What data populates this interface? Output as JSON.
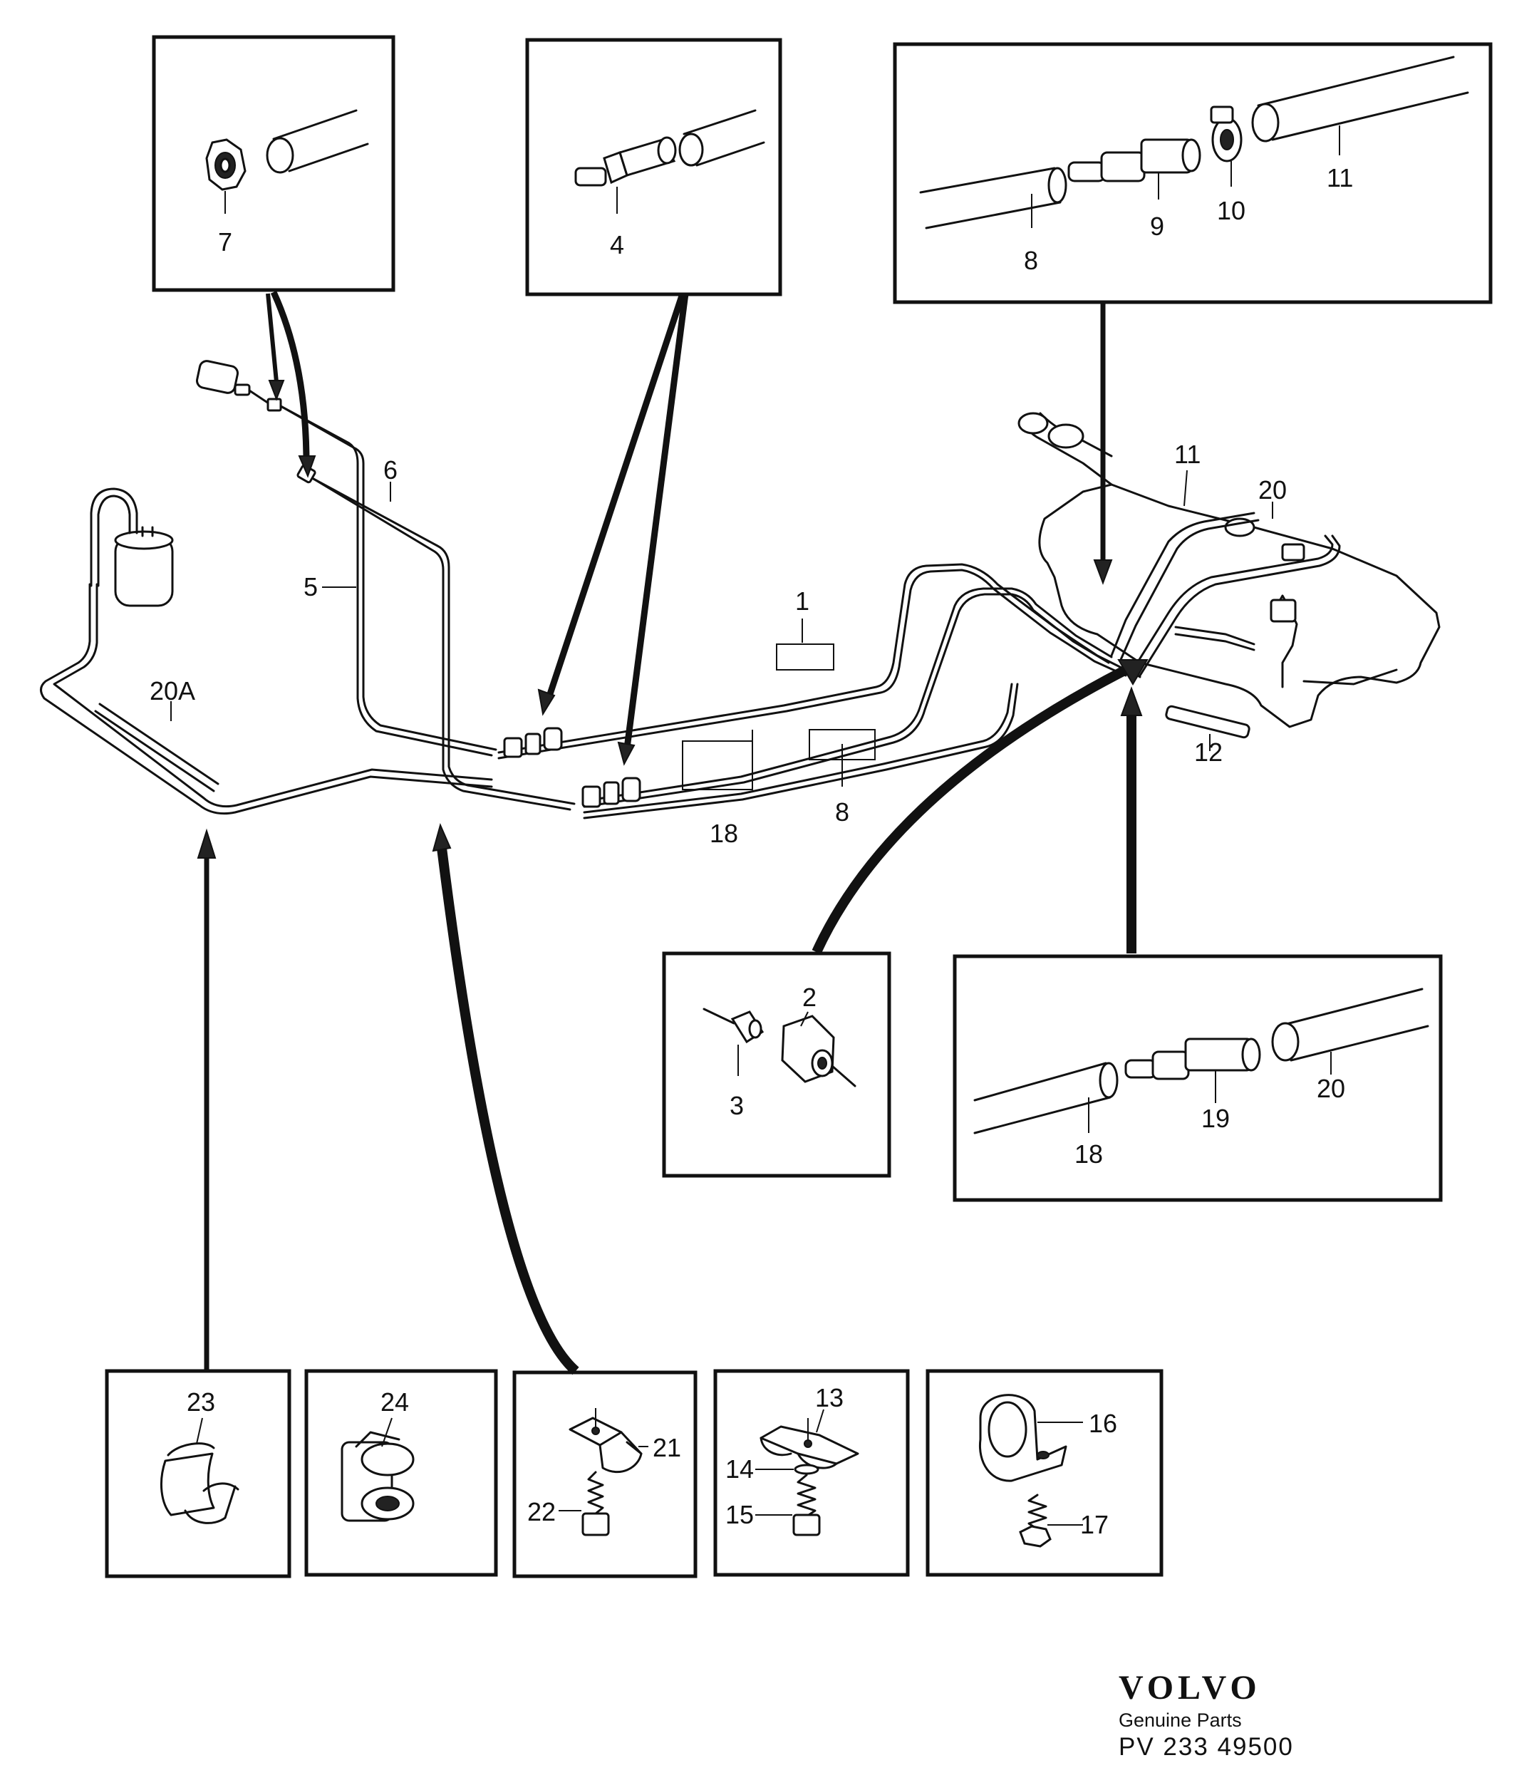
{
  "labels": {
    "l1": "1",
    "l2": "2",
    "l3": "3",
    "l4": "4",
    "l5": "5",
    "l6": "6",
    "l7": "7",
    "l8a": "8",
    "l8b": "8",
    "l9": "9",
    "l10": "10",
    "l11a": "11",
    "l11b": "11",
    "l12": "12",
    "l13": "13",
    "l14": "14",
    "l15": "15",
    "l16": "16",
    "l17": "17",
    "l18a": "18",
    "l18b": "18",
    "l19": "19",
    "l20a": "20",
    "l20b": "20",
    "l20A": "20A",
    "l21": "21",
    "l22": "22",
    "l23": "23",
    "l24": "24"
  },
  "brand": {
    "logo": "VOLVO",
    "subtitle": "Genuine Parts",
    "code": "PV  233 49500"
  }
}
